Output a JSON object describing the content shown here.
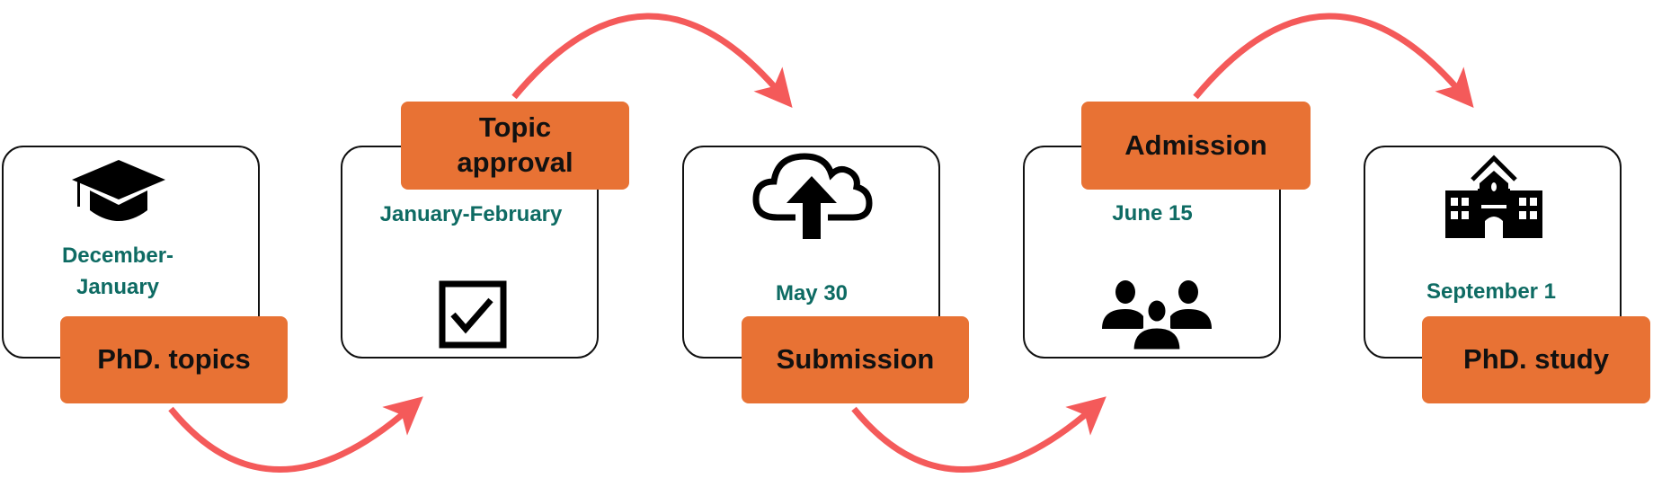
{
  "steps": [
    {
      "label": "PhD. topics",
      "date_line1": "December-",
      "date_line2": "January",
      "icon": "graduation-cap-icon"
    },
    {
      "label": "Topic approval",
      "label_line1": "Topic",
      "label_line2": "approval",
      "date": "January-February",
      "icon": "checkbox-checked-icon"
    },
    {
      "label": "Submission",
      "date": "May 30",
      "icon": "cloud-upload-icon"
    },
    {
      "label": "Admission",
      "date": "June 15",
      "icon": "people-group-icon"
    },
    {
      "label": "PhD. study",
      "date": "September 1",
      "icon": "school-building-icon"
    }
  ],
  "colors": {
    "tag": "#E87234",
    "date": "#0E6B63",
    "arrow": "#F45A5A",
    "border": "#111111"
  }
}
